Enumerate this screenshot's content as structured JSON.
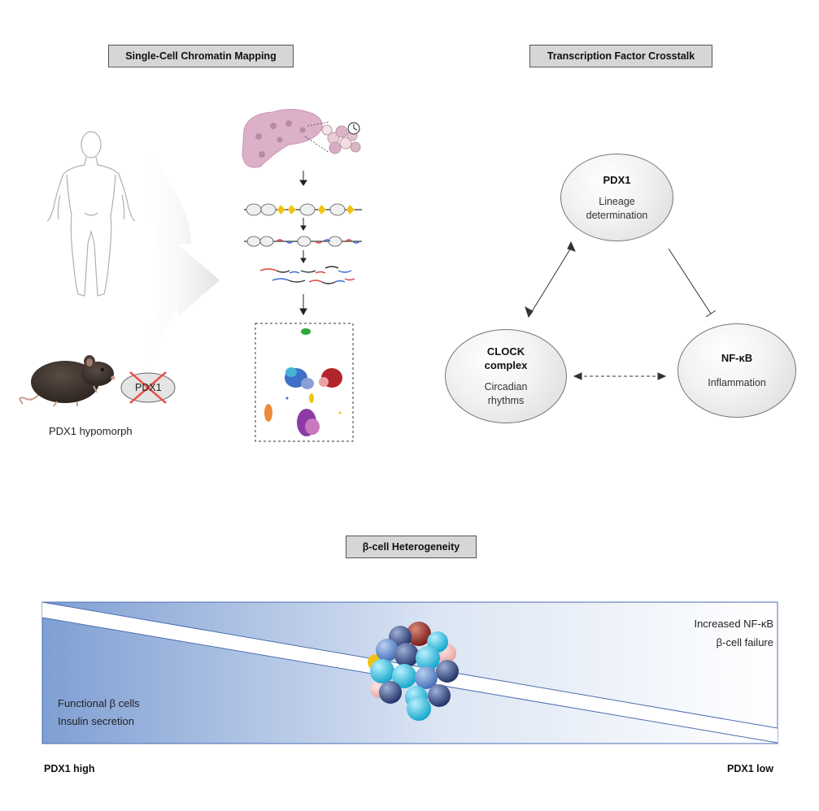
{
  "headers": {
    "left": "Single-Cell Chromatin Mapping",
    "right": "Transcription Factor Crosstalk",
    "bottom": "β-cell Heterogeneity"
  },
  "left_panel": {
    "mouse_label": "PDX1 hypomorph",
    "knockout_label": "PDX1"
  },
  "network": {
    "pdx1": {
      "title": "PDX1",
      "line1": "Lineage",
      "line2": "determination"
    },
    "clock": {
      "title1": "CLOCK",
      "title2": "complex",
      "line1": "Circadian",
      "line2": "rhythms"
    },
    "nfkb": {
      "title": "NF-κB",
      "line1": "Inflammation"
    }
  },
  "gradient": {
    "left_line1": "Functional β cells",
    "left_line2": "Insulin secretion",
    "right_line1": "Increased NF-κB",
    "right_line2": "β-cell failure",
    "axis_left": "PDX1 high",
    "axis_right": "PDX1 low"
  },
  "colors": {
    "header_bg": "#d6d6d6",
    "gradient_blue": "#7f9fd3",
    "pancreas": "#d9a9c7",
    "mouse": "#3d342f",
    "cross": "#e8544a"
  }
}
